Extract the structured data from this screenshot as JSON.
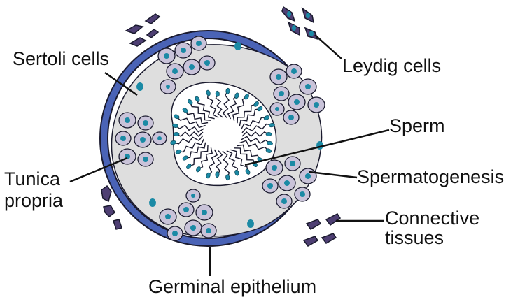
{
  "labels": {
    "sertoli": "Sertoli cells",
    "leydig": "Leydig cells",
    "sperm": "Sperm",
    "spermatogenesis": "Spermatogenesis",
    "tunica_line1": "Tunica",
    "tunica_line2": "propria",
    "connective_line1": "Connective",
    "connective_line2": "tissues",
    "germinal": "Germinal epithelium"
  },
  "colors": {
    "outer_ring": "#4a63b6",
    "outline": "#1a1a2e",
    "sertoli_fill": "#dedede",
    "germ_cell_fill": "#c9c3d9",
    "nucleus": "#1b8aa5",
    "leydig_fill": "#4e3f73",
    "leader_line": "#111111"
  }
}
